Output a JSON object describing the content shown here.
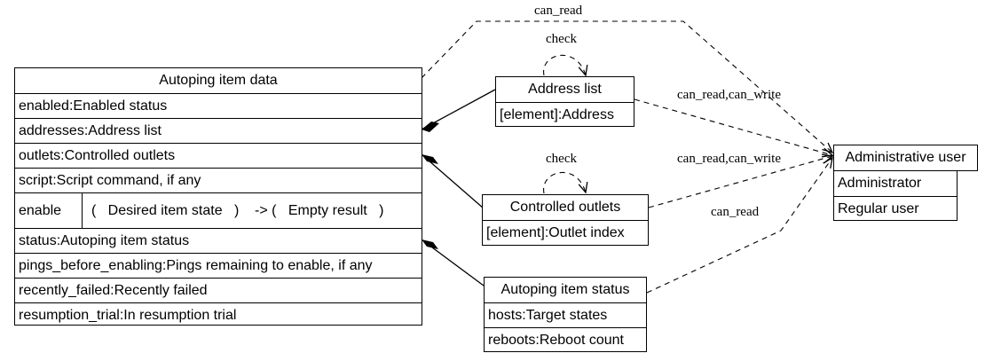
{
  "main_class": {
    "title": "Autoping item data",
    "rows": [
      "enabled:Enabled status",
      "addresses:Address list",
      "outlets:Controlled outlets",
      "script:Script command, if any"
    ],
    "method": {
      "name": "enable",
      "signature": "(   Desired item state   )    -> (   Empty result   )"
    },
    "rows2": [
      "status:Autoping item status",
      "pings_before_enabling:Pings remaining to enable, if any",
      "recently_failed:Recently failed",
      "resumption_trial:In resumption trial"
    ]
  },
  "address_list": {
    "title": "Address list",
    "rows": [
      "[element]:Address"
    ]
  },
  "controlled_outlets": {
    "title": "Controlled outlets",
    "rows": [
      "[element]:Outlet index"
    ]
  },
  "autoping_status": {
    "title": "Autoping item status",
    "rows": [
      "hosts:Target states",
      "reboots:Reboot count"
    ]
  },
  "admin_user": {
    "title": "Administrative user",
    "rows": [
      "Administrator",
      "Regular user"
    ]
  },
  "edge_labels": {
    "top": "can_read",
    "address": "can_read,can_write",
    "outlets": "can_read,can_write",
    "status": "can_read",
    "check1": "check",
    "check2": "check"
  }
}
